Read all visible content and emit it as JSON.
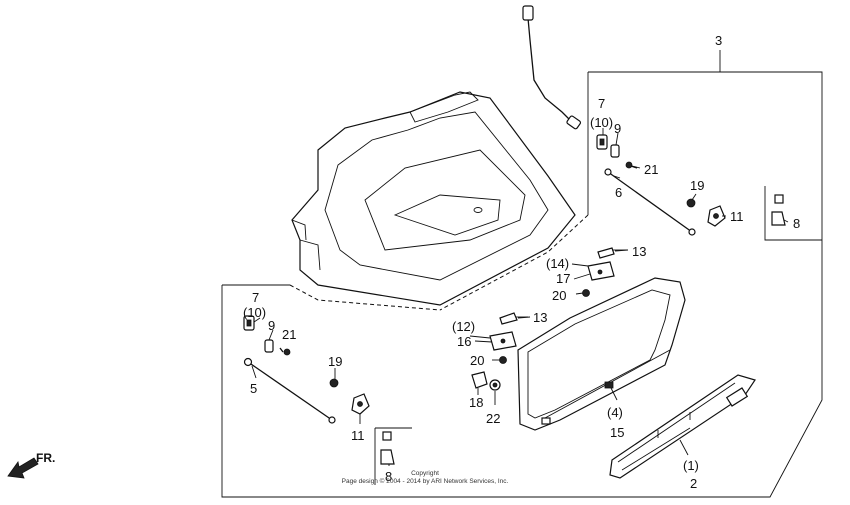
{
  "callouts": [
    {
      "id": "c3",
      "text": "3"
    },
    {
      "id": "c7a",
      "text": "7"
    },
    {
      "id": "c10a",
      "text": "(10)"
    },
    {
      "id": "c9a",
      "text": "9"
    },
    {
      "id": "c21a",
      "text": "21"
    },
    {
      "id": "c6",
      "text": "6"
    },
    {
      "id": "c19a",
      "text": "19"
    },
    {
      "id": "c11a",
      "text": "11"
    },
    {
      "id": "c8a",
      "text": "8"
    },
    {
      "id": "c13a",
      "text": "13"
    },
    {
      "id": "c14",
      "text": "(14)"
    },
    {
      "id": "c17",
      "text": "17"
    },
    {
      "id": "c20a",
      "text": "20"
    },
    {
      "id": "c7b",
      "text": "7"
    },
    {
      "id": "c10b",
      "text": "(10)"
    },
    {
      "id": "c9b",
      "text": "9"
    },
    {
      "id": "c21b",
      "text": "21"
    },
    {
      "id": "c5",
      "text": "5"
    },
    {
      "id": "c19b",
      "text": "19"
    },
    {
      "id": "c11b",
      "text": "11"
    },
    {
      "id": "c8b",
      "text": "8"
    },
    {
      "id": "c13b",
      "text": "13"
    },
    {
      "id": "c12",
      "text": "(12)"
    },
    {
      "id": "c16",
      "text": "16"
    },
    {
      "id": "c20b",
      "text": "20"
    },
    {
      "id": "c18",
      "text": "18"
    },
    {
      "id": "c22",
      "text": "22"
    },
    {
      "id": "c4",
      "text": "(4)"
    },
    {
      "id": "c15",
      "text": "15"
    },
    {
      "id": "c1",
      "text": "(1)"
    },
    {
      "id": "c2",
      "text": "2"
    }
  ],
  "direction_label": "FR.",
  "copyright_line1": "Copyright",
  "copyright_line2": "Page design © 2004 - 2014 by ARI Network Services, Inc."
}
